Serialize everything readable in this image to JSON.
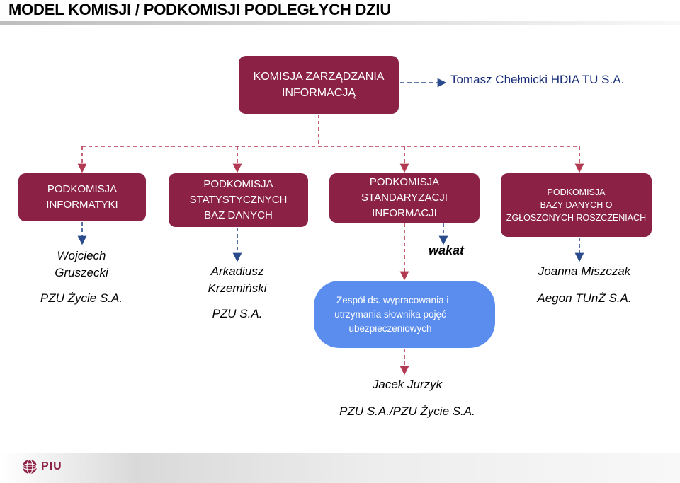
{
  "title": "MODEL KOMISJI / PODKOMISJI PODLEGŁYCH DZIU",
  "main_commission": {
    "lines": [
      "KOMISJA ZARZĄDZANIA",
      "INFORMACJĄ"
    ],
    "chair": "Tomasz Chełmicki HDIA TU S.A."
  },
  "subcommissions": [
    {
      "lines": [
        "PODKOMISJA",
        "INFORMATYKI"
      ],
      "person": [
        "Wojciech",
        "Gruszecki"
      ],
      "org": "PZU Życie S.A."
    },
    {
      "lines": [
        "PODKOMISJA",
        "STATYSTYCZNYCH",
        "BAZ DANYCH"
      ],
      "person": [
        "Arkadiusz",
        "Krzemiński"
      ],
      "org": "PZU S.A."
    },
    {
      "lines": [
        "PODKOMISJA",
        "STANDARYZACJI",
        "INFORMACJI"
      ],
      "person": [
        "wakat"
      ],
      "org": ""
    },
    {
      "lines": [
        "PODKOMISJA",
        "BAZY DANYCH O",
        "ZGŁOSZONYCH ROSZCZENIACH"
      ],
      "person": [
        "Joanna Miszczak"
      ],
      "org": "Aegon TUnŻ S.A."
    }
  ],
  "team": {
    "lines": [
      "Zespół ds. wypracowania i",
      "utrzymania słownika pojęć",
      "ubezpieczeniowych"
    ],
    "person": "Jacek Jurzyk",
    "org": "PZU S.A./PZU Życie S.A."
  },
  "footer": {
    "logo_text": "PIU"
  },
  "colors": {
    "box": "#8b2245",
    "team": "#5b8def",
    "dashed_red": "#b23a52",
    "dashed_blue": "#2b4c8c"
  }
}
